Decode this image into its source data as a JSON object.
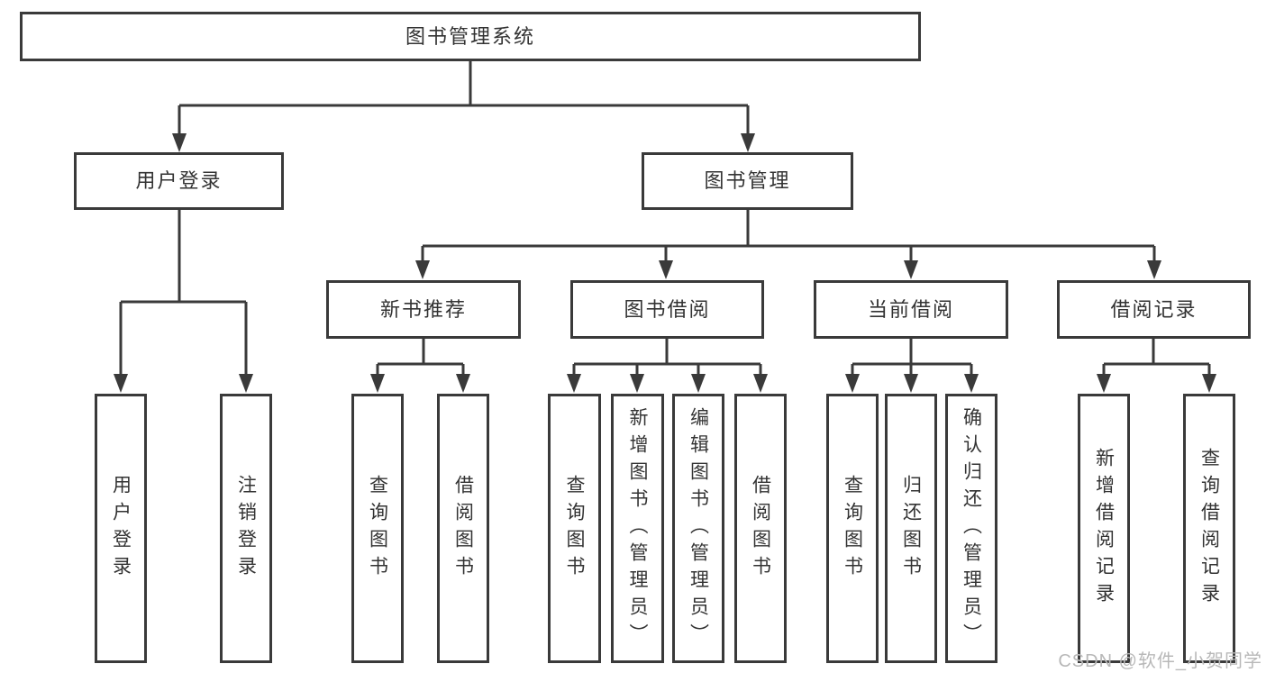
{
  "tree": {
    "label": "图书管理系统",
    "children": [
      {
        "label": "用户登录",
        "children": [
          {
            "label": "用户登录"
          },
          {
            "label": "注销登录"
          }
        ]
      },
      {
        "label": "图书管理",
        "children": [
          {
            "label": "新书推荐",
            "children": [
              {
                "label": "查询图书"
              },
              {
                "label": "借阅图书"
              }
            ]
          },
          {
            "label": "图书借阅",
            "children": [
              {
                "label": "查询图书"
              },
              {
                "label": "新增图书（管理员）"
              },
              {
                "label": "编辑图书（管理员）"
              },
              {
                "label": "借阅图书"
              }
            ]
          },
          {
            "label": "当前借阅",
            "children": [
              {
                "label": "查询图书"
              },
              {
                "label": "归还图书"
              },
              {
                "label": "确认归还（管理员）"
              }
            ]
          },
          {
            "label": "借阅记录",
            "children": [
              {
                "label": "新增借阅记录"
              },
              {
                "label": "查询借阅记录"
              }
            ]
          }
        ]
      }
    ]
  },
  "watermark": {
    "text": "CSDN @软件_小贺同学",
    "color": "#b8b8b8"
  },
  "colors": {
    "line": "#3a3a3a",
    "box_border": "#3a3a3a",
    "text": "#333333",
    "background": "#ffffff"
  }
}
